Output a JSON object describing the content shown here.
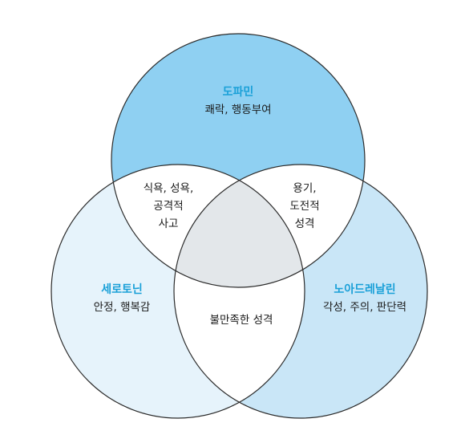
{
  "colors": {
    "dopamine_fill": "#8fd0f2",
    "serotonin_fill": "#e6f3fb",
    "noradrenaline_fill": "#c9e6f7",
    "center_fill": "#e3e7ea",
    "stroke": "#2b2b2b",
    "title_accent": "#1aa0d8"
  },
  "circles": {
    "dopamine": {
      "title": "도파민",
      "desc": "쾌락, 행동부여"
    },
    "serotonin": {
      "title": "세로토닌",
      "desc": "안정, 행복감"
    },
    "noradrenaline": {
      "title": "노아드레날린",
      "desc": "각성, 주의, 판단력"
    }
  },
  "overlaps": {
    "dopamine_serotonin": [
      "식욕, 성욕,",
      "공격적",
      "사고"
    ],
    "dopamine_noradrenaline": [
      "용기,",
      "도전적",
      "성격"
    ],
    "serotonin_noradrenaline": [
      "불만족한 성격"
    ]
  }
}
